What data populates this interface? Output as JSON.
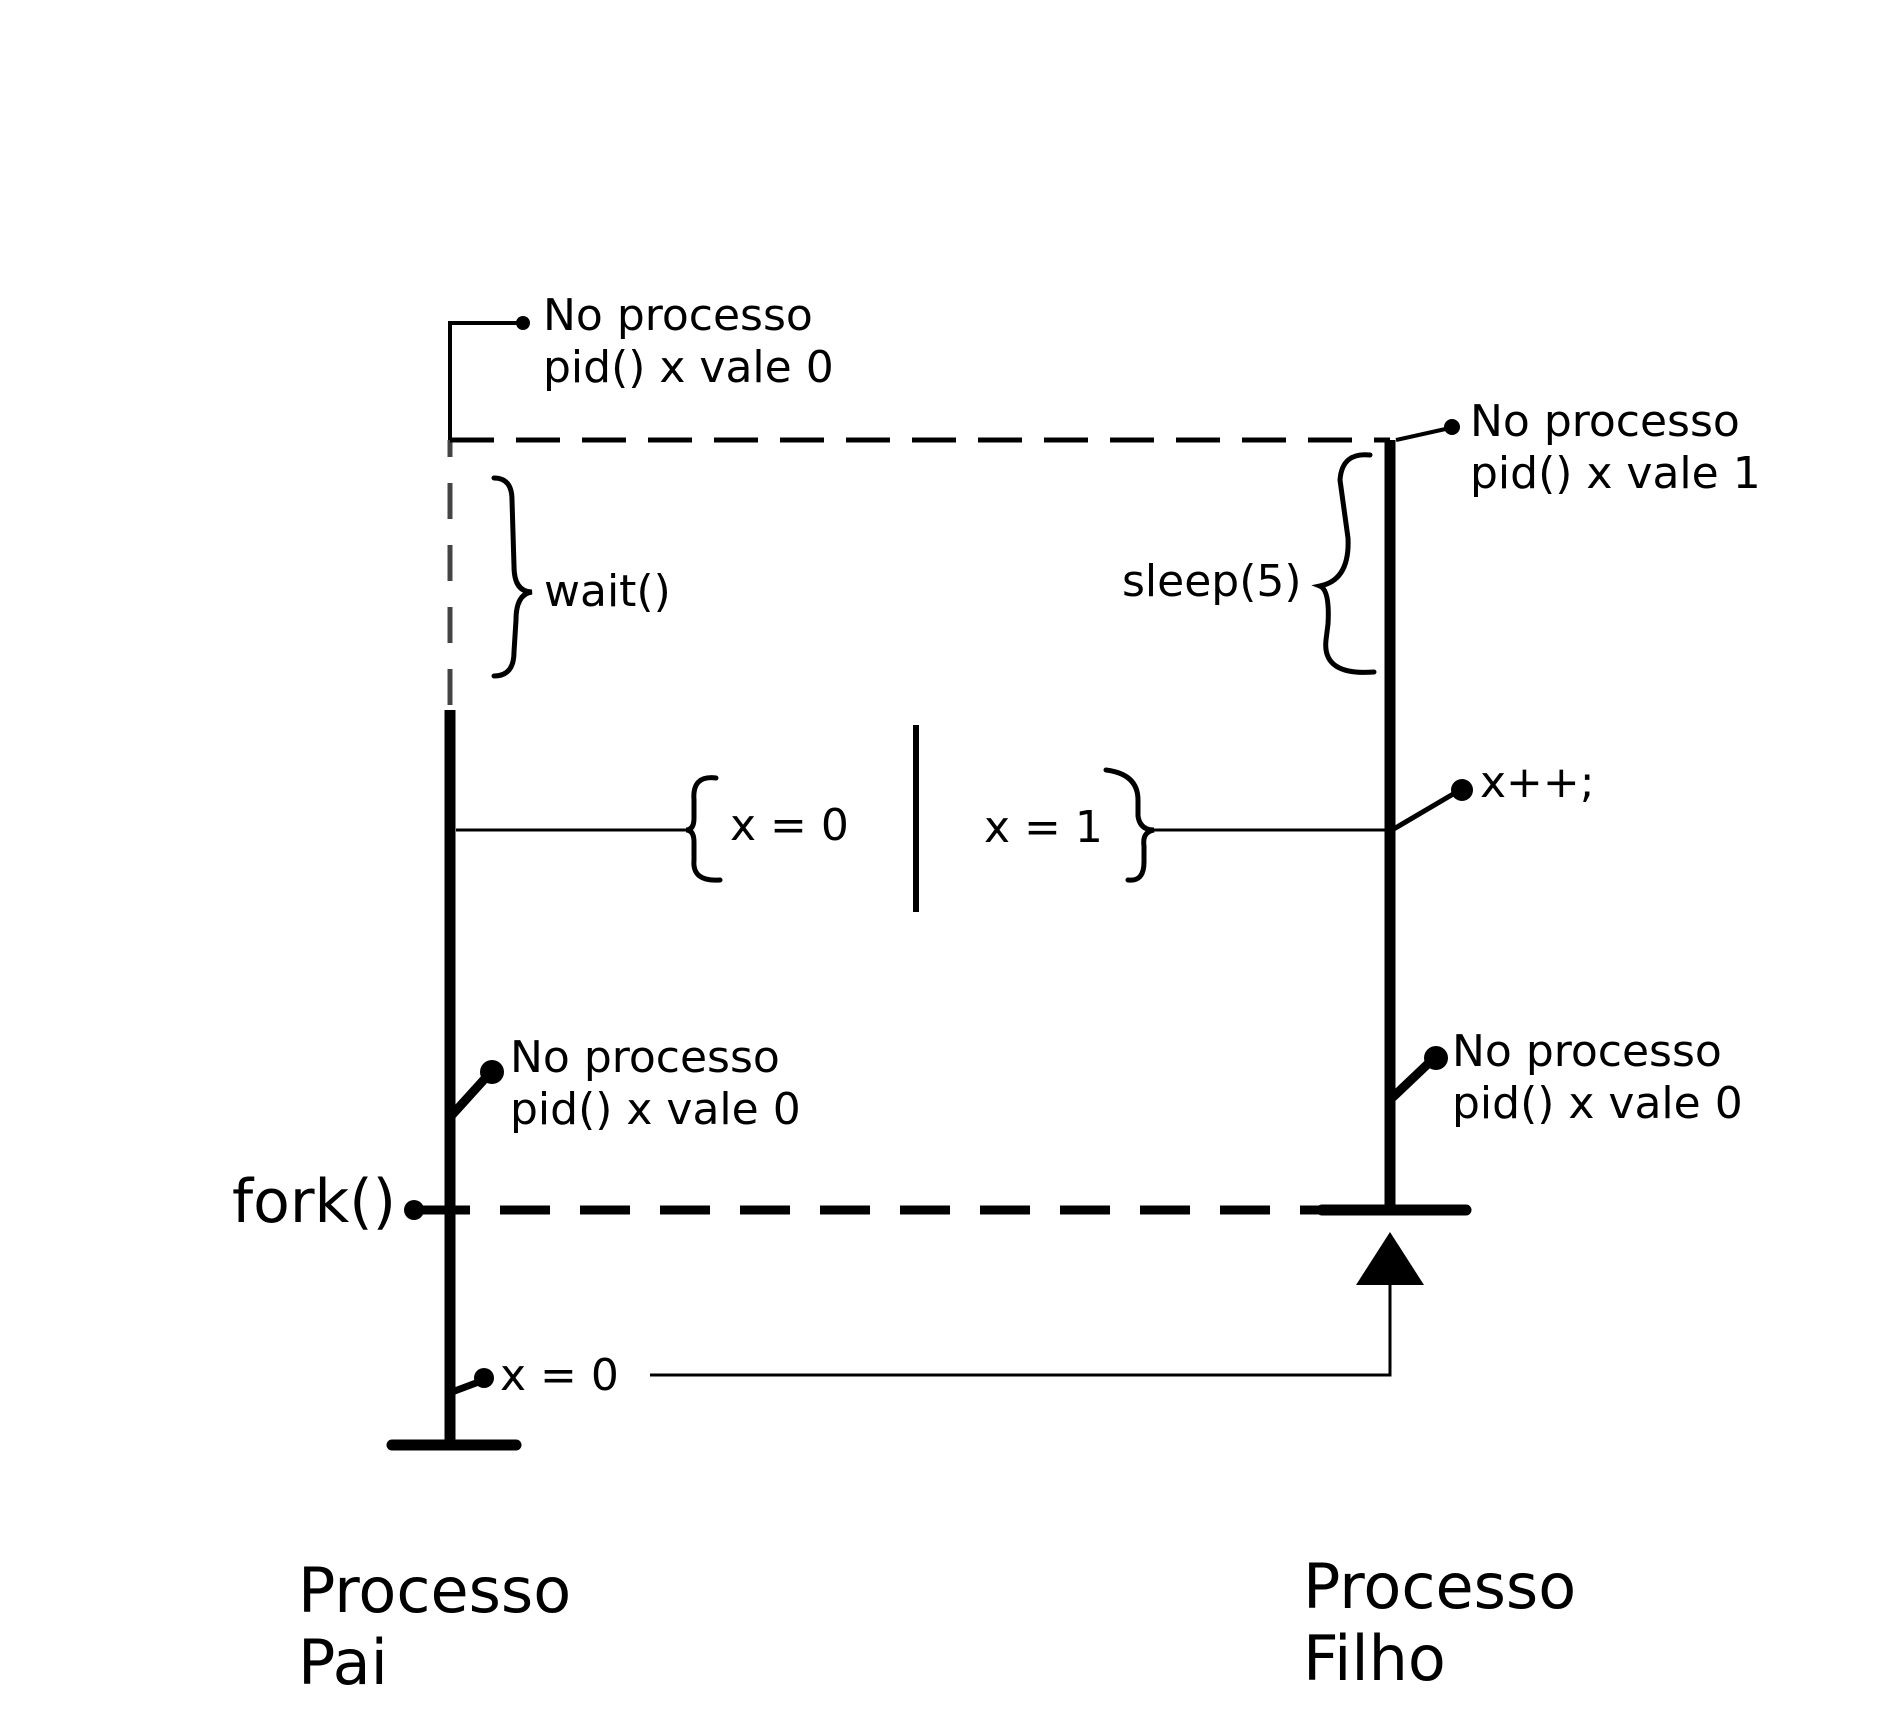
{
  "colors": {
    "stroke": "#000000",
    "dash_gray": "#444444",
    "background": "#ffffff"
  },
  "parent": {
    "title_line1": "Processo",
    "title_line2": "Pai",
    "init_label": "x = 0",
    "fork_label": "fork()",
    "after_fork_line1": "No processo",
    "after_fork_line2": "pid() x vale 0",
    "value_label": "x = 0",
    "wait_label": "wait()",
    "top_line1": "No processo",
    "top_line2": "pid() x vale 0"
  },
  "child": {
    "title_line1": "Processo",
    "title_line2": "Filho",
    "after_fork_line1": "No processo",
    "after_fork_line2": "pid() x vale 0",
    "increment_label": "x++;",
    "value_label": "x = 1",
    "sleep_label": "sleep(5)",
    "top_line1": "No processo",
    "top_line2": "pid() x vale 1"
  }
}
